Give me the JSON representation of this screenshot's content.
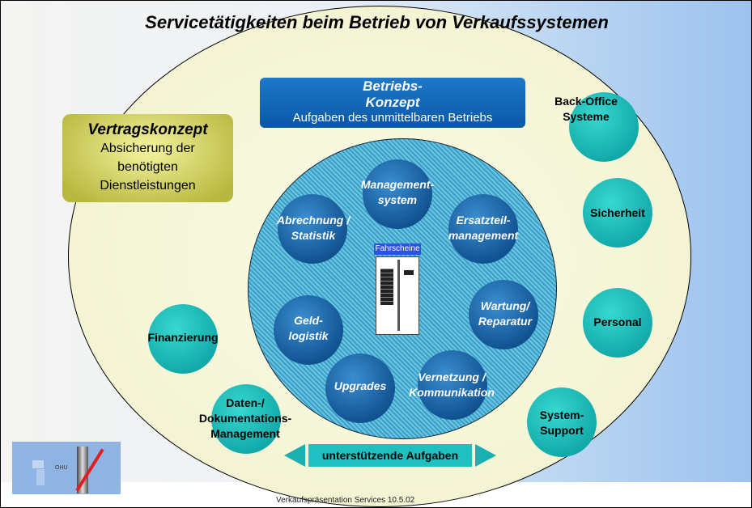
{
  "title": "Servicetätigkeiten beim Betrieb von Verkaufssystemen",
  "betrieb": {
    "line1": "Betriebs-",
    "line2": "Konzept",
    "sub": "Aufgaben des unmittelbaren Betriebs"
  },
  "vertrag": {
    "title": "Vertragskonzept",
    "line1": "Absicherung der",
    "line2": "benötigten",
    "line3": "Dienstleistungen"
  },
  "inner_circles": [
    {
      "l1": "Management-",
      "l2": "system"
    },
    {
      "l1": "Abrechnung /",
      "l2": "Statistik"
    },
    {
      "l1": "Ersatzteil-",
      "l2": "management"
    },
    {
      "l1": "Geld-",
      "l2": "logistik"
    },
    {
      "l1": "Wartung/",
      "l2": "Reparatur"
    },
    {
      "l1": "Upgrades",
      "l2": ""
    },
    {
      "l1": "Vernetzung /",
      "l2": "Kommunikation"
    }
  ],
  "machine_label": "Fahrscheine",
  "outer_circles": [
    {
      "l1": "Back-Office",
      "l2": "Systeme"
    },
    {
      "l1": "Sicherheit",
      "l2": ""
    },
    {
      "l1": "Personal",
      "l2": ""
    },
    {
      "l1": "System-",
      "l2": "Support"
    },
    {
      "l1": "Finanzierung",
      "l2": ""
    },
    {
      "l1": "Daten-/",
      "l2": "Dokumentations-",
      "l3": "Management"
    }
  ],
  "support_label": "unterstützende Aufgaben",
  "logo_text": "OHU",
  "footer": "Verkaufspräsentation Services 10.5.02"
}
